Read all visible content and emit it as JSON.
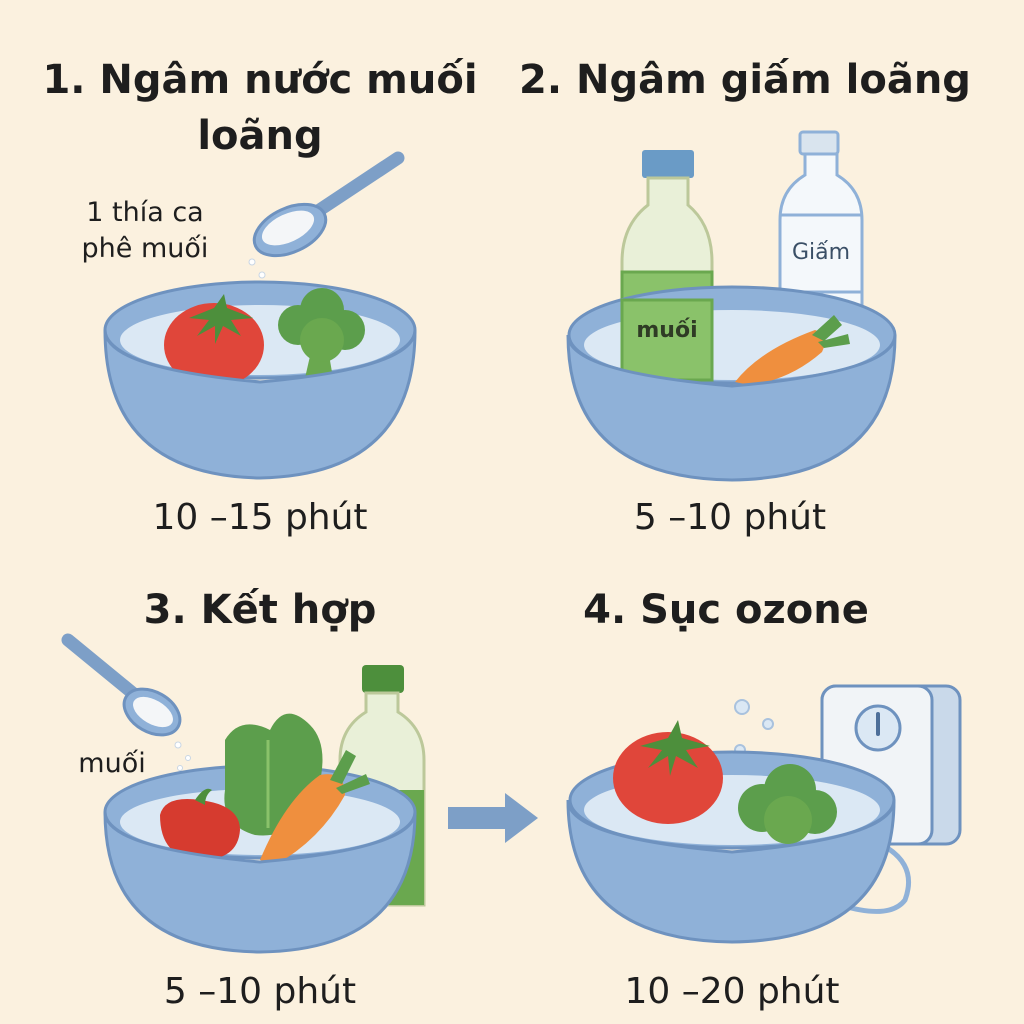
{
  "steps": [
    {
      "title": "1. Ngâm nước muối loãng",
      "note": "1 thía ca phê muối",
      "time": "10 –15 phút"
    },
    {
      "title": "2. Ngâm giấm loãng",
      "bottle_green_label": "muối",
      "bottle_clear_label": "Giấm",
      "time": "5 –10 phút"
    },
    {
      "title": "3. Kết hợp",
      "note": "muối",
      "time": "5 –10 phút"
    },
    {
      "title": "4. Sục ozone",
      "time": "10 –20 phút"
    }
  ],
  "colors": {
    "background": "#fbf1df",
    "bowl": "#8fb1d8",
    "bowl_stroke": "#6e92bf",
    "water": "#dbe8f4",
    "tomato": "#e0463a",
    "broccoli": "#5c9e4c",
    "carrot": "#ef8f3e",
    "bottle_green": "#6aa84f",
    "arrow": "#7d9fc7"
  },
  "icons": [
    "spoon-icon",
    "salt-icon",
    "tomato-icon",
    "broccoli-icon",
    "bottle-icon",
    "carrot-icon",
    "lettuce-icon",
    "pepper-icon",
    "arrow-right-icon",
    "ozone-machine-icon",
    "bubble-icon",
    "power-button-icon"
  ]
}
